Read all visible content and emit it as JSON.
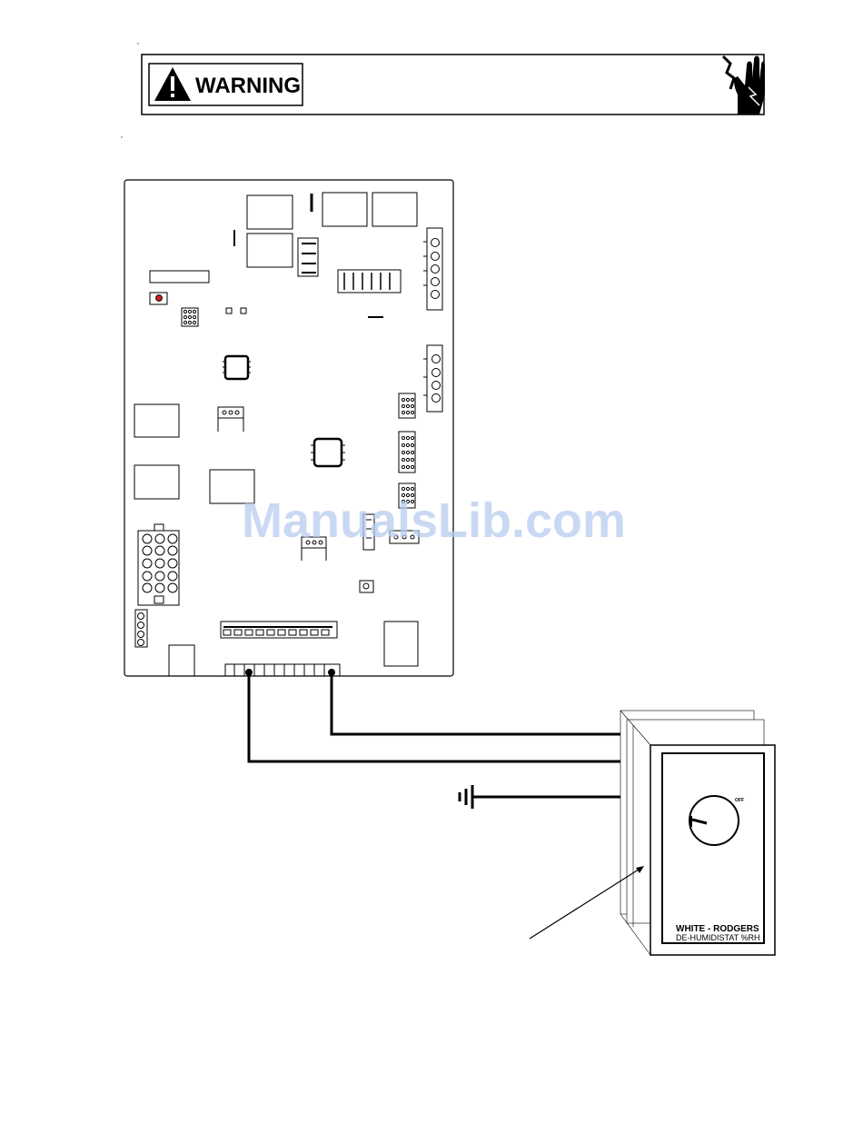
{
  "warning": {
    "label": "WARNING",
    "symbol_icon": "exclamation-triangle-icon",
    "hazard_icon": "electric-shock-hand-icon"
  },
  "humidistat": {
    "brand": "WHITE - RODGERS",
    "model": "DE-HUMIDISTAT %RH",
    "dial_off_label": "OFF"
  },
  "watermark": {
    "text": "ManualsLib.com"
  },
  "colors": {
    "line": "#000000",
    "led": "#d42020",
    "watermark": "#b7cdef"
  }
}
